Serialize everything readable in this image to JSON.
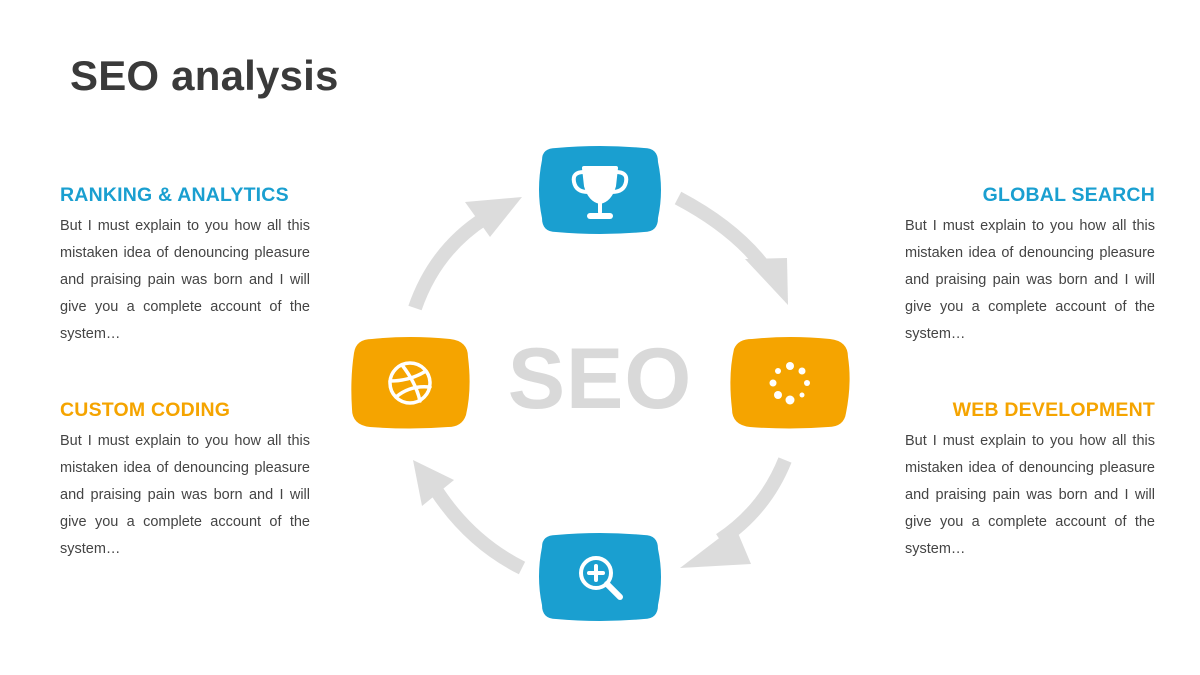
{
  "title": "SEO analysis",
  "center_label": "SEO",
  "colors": {
    "blue": "#1a9fd0",
    "orange": "#f5a400",
    "arrow_gray": "#dcdcdc",
    "title": "#3a3a3a"
  },
  "blocks": [
    {
      "heading": "RANKING & ANALYTICS",
      "color": "blue",
      "text": "But I must explain to you how all this mistaken idea of denouncing pleasure and praising pain was born and I will give you a complete account of the system…"
    },
    {
      "heading": "CUSTOM CODING",
      "color": "orange",
      "text": "But I must explain to you how all this mistaken idea of denouncing pleasure and praising pain was born and I will give you a complete account of the system…"
    },
    {
      "heading": "GLOBAL SEARCH",
      "color": "blue",
      "text": "But I must explain to you how all this mistaken idea of denouncing pleasure and praising pain was born and I will give you a complete account of the system…"
    },
    {
      "heading": "WEB DEVELOPMENT",
      "color": "orange",
      "text": "But I must explain to you how all this mistaken idea of denouncing pleasure and praising pain was born and I will give you a complete account of the system…"
    }
  ],
  "cycle_nodes": [
    {
      "icon": "trophy-icon",
      "color": "blue"
    },
    {
      "icon": "loading-spinner-icon",
      "color": "orange"
    },
    {
      "icon": "zoom-in-icon",
      "color": "blue"
    },
    {
      "icon": "dribbble-ball-icon",
      "color": "orange"
    }
  ]
}
